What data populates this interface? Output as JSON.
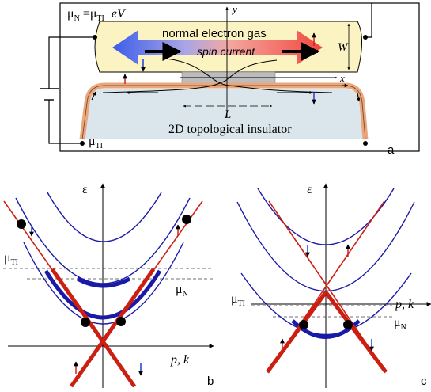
{
  "panel_a": {
    "mu_n_equation": "μN =μTI−eV",
    "normal_gas_label": "normal electron gas",
    "spin_current_label": "spin current",
    "insulator_label": "2D topological insulator",
    "mu_ti_label": "μTI",
    "axis_y": "y",
    "axis_x": "x",
    "width_label": "W",
    "length_label": "L",
    "panel_label": "a"
  },
  "panel_b": {
    "energy_label": "ε",
    "momentum_label": "p, k",
    "mu_ti_label": "μTI",
    "mu_n_label": "μN",
    "panel_label": "b"
  },
  "panel_c": {
    "energy_label": "ε",
    "momentum_label": "p, k",
    "mu_ti_label": "μTI",
    "mu_n_label": "μN",
    "panel_label": "c"
  },
  "colors": {
    "band_blue": "#1a1aa8",
    "edge_red": "#cc1f12",
    "spin_up": "#d42020",
    "spin_down": "#1f3fd0",
    "gas_fill": "#fbf3c2",
    "insulator_fill": "#dbe6ec",
    "edge_channel": "#e9a77b"
  }
}
